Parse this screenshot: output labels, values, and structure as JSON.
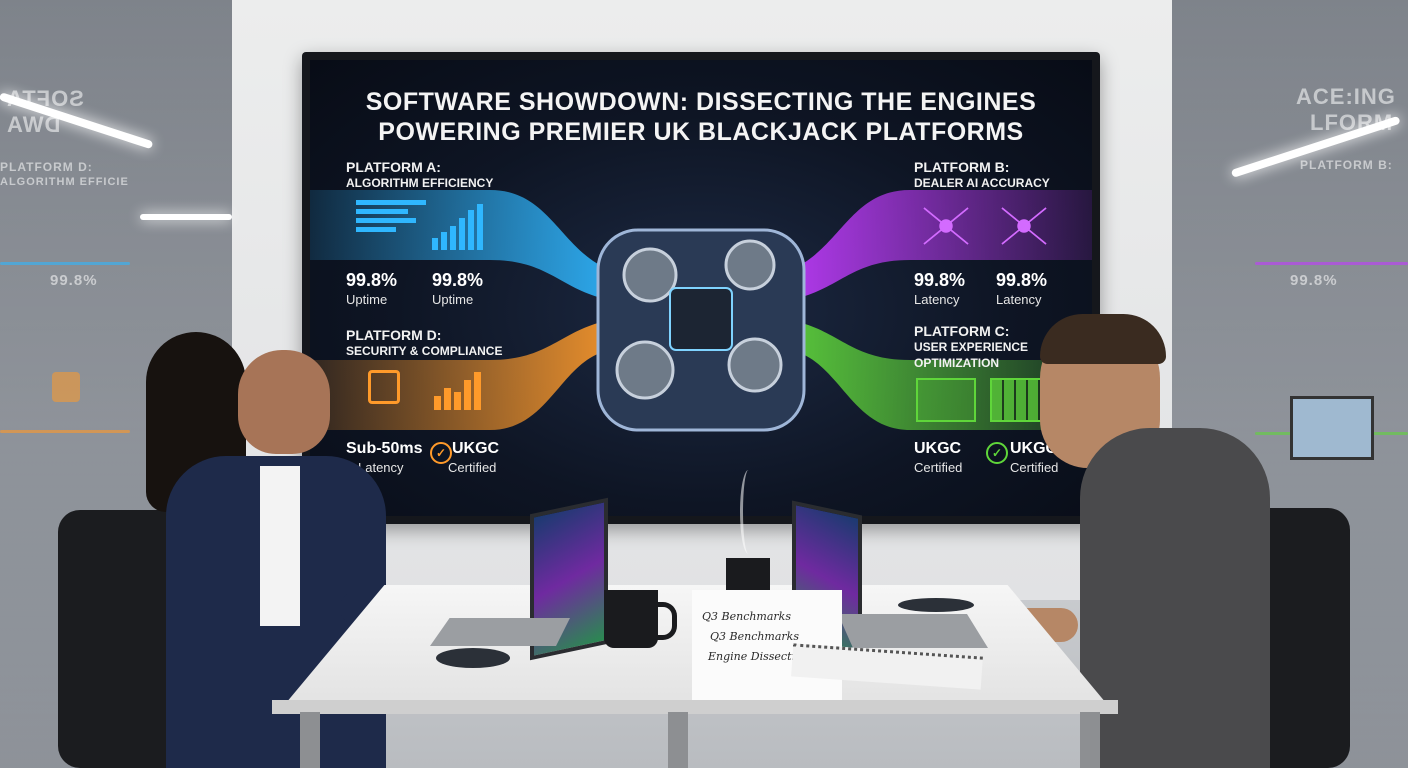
{
  "screen": {
    "title_line_1": "SOFTWARE SHOWDOWN: DISSECTING THE ENGINES",
    "title_line_2": "POWERING PREMIER UK BLACKJACK PLATFORMS",
    "panels": {
      "a": {
        "name": "PLATFORM A:",
        "sub": "ALGORITHM EFFICIENCY",
        "color": "#2fb7ff",
        "stats": [
          {
            "value": "99.8%",
            "caption": "Uptime"
          },
          {
            "value": "99.8%",
            "caption": "Uptime"
          }
        ]
      },
      "b": {
        "name": "PLATFORM B:",
        "sub": "DEALER AI ACCURACY",
        "color": "#c23bff",
        "stats": [
          {
            "value": "99.8%",
            "caption": "Latency"
          },
          {
            "value": "99.8%",
            "caption": "Latency"
          }
        ]
      },
      "c": {
        "name": "PLATFORM C:",
        "sub_1": "USER EXPERIENCE",
        "sub_2": "OPTIMIZATION",
        "color": "#5fd63a",
        "stats": [
          {
            "value": "UKGC",
            "caption": "Certified"
          },
          {
            "value": "UKGC",
            "caption": "Certified"
          }
        ]
      },
      "d": {
        "name": "PLATFORM D:",
        "sub": "SECURITY & COMPLIANCE",
        "color": "#ff9a2a",
        "stats": [
          {
            "value": "Sub-50ms",
            "caption": "Latency"
          },
          {
            "value": "UKGC",
            "caption": "Certified"
          }
        ]
      }
    }
  },
  "notes": {
    "line_1": "Q3 Benchmarks",
    "line_2": "Q3 Benchmarks",
    "line_3": "Engine Dissection v2.1"
  },
  "reflections": {
    "left_1": "SOFTA",
    "left_2": "DWA",
    "left_3": "PLATFORM D:",
    "left_4": "ALGORITHM EFFICIE",
    "left_5": "99.8%",
    "right_1": "ACE:ING",
    "right_2": "LFORM",
    "right_3": "PLATFORM B:",
    "right_4": "99.8%"
  },
  "colors": {
    "accent_blue": "#2fb7ff",
    "accent_purple": "#c23bff",
    "accent_green": "#5fd63a",
    "accent_orange": "#ff9a2a"
  }
}
